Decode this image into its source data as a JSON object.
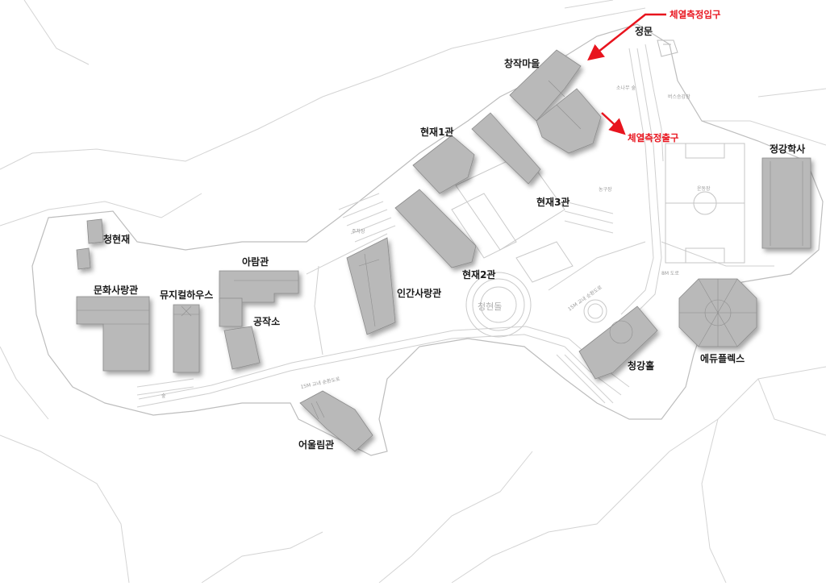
{
  "map": {
    "buildings": {
      "cheonghyeonjae": "청현재",
      "munhwa_sarang": "문화사랑관",
      "musical_house": "뮤지컬하우스",
      "aram": "아람관",
      "gongjakso": "공작소",
      "eoullim": "어울림관",
      "ingan_sarang": "인간사랑관",
      "hyeonjae1": "현재1관",
      "hyeonjae2": "현재2관",
      "hyeonjae3": "현재3관",
      "changjak_maeul": "창작마을",
      "jeongmun": "정문",
      "jeonggang_haksa": "정강학사",
      "cheonggang_hall": "청강홀",
      "edu_plex": "에듀플렉스",
      "cheonghyeon_dol": "청현돌"
    },
    "annotations": {
      "temp_check_entrance": "체열측정입구",
      "temp_check_exit": "체열측정출구"
    },
    "minor_labels": {
      "sonamu": "소나무 숲",
      "bus_stop": "버스승강장",
      "field": "운동장",
      "basketball": "농구장",
      "parking": "주차장",
      "road_8m": "8M 도로",
      "road_15m": "15M 교내 순환도로",
      "road_15m_b": "15M 교내 순환도로",
      "forest": "숲"
    },
    "colors": {
      "building_fill": "#b9b9b9",
      "building_stroke": "#8a8a8a",
      "line": "#c9c9c9",
      "annotation_red": "#e8141e"
    }
  }
}
